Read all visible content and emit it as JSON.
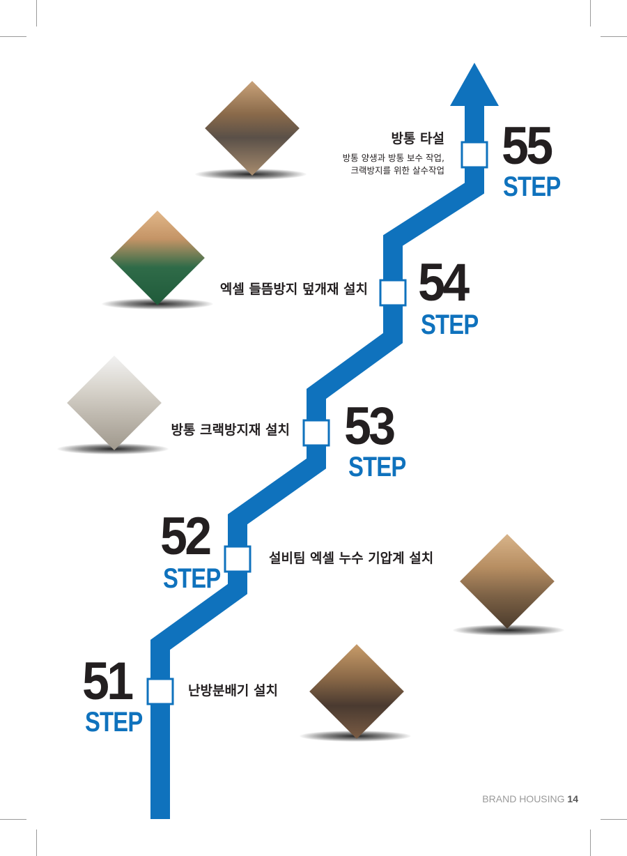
{
  "steps": [
    {
      "number": "51",
      "step_label": "STEP",
      "title": "난방분배기 설치"
    },
    {
      "number": "52",
      "step_label": "STEP",
      "title": "설비팀 엑셀 누수 기압계 설치"
    },
    {
      "number": "53",
      "step_label": "STEP",
      "title": "방통 크랙방지재 설치"
    },
    {
      "number": "54",
      "step_label": "STEP",
      "title": "엑셀 들뜸방지 덮개재 설치"
    },
    {
      "number": "55",
      "step_label": "STEP",
      "title": "방통 타설",
      "desc_line1": "방통 양생과 방통 보수 작업,",
      "desc_line2": "크랙방지를 위한 살수작업"
    }
  ],
  "footer": {
    "brand": "BRAND HOUSING",
    "page": "14"
  },
  "colors": {
    "accent": "#0f72bd",
    "text": "#231f20"
  }
}
